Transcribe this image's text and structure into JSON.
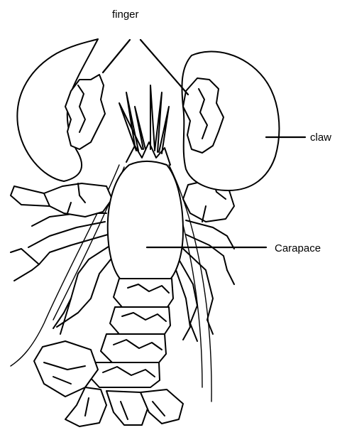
{
  "labels": {
    "finger": "finger",
    "claw": "claw",
    "carapace": "Carapace"
  },
  "colors": {
    "background": "#ffffff",
    "ink": "#000000"
  }
}
